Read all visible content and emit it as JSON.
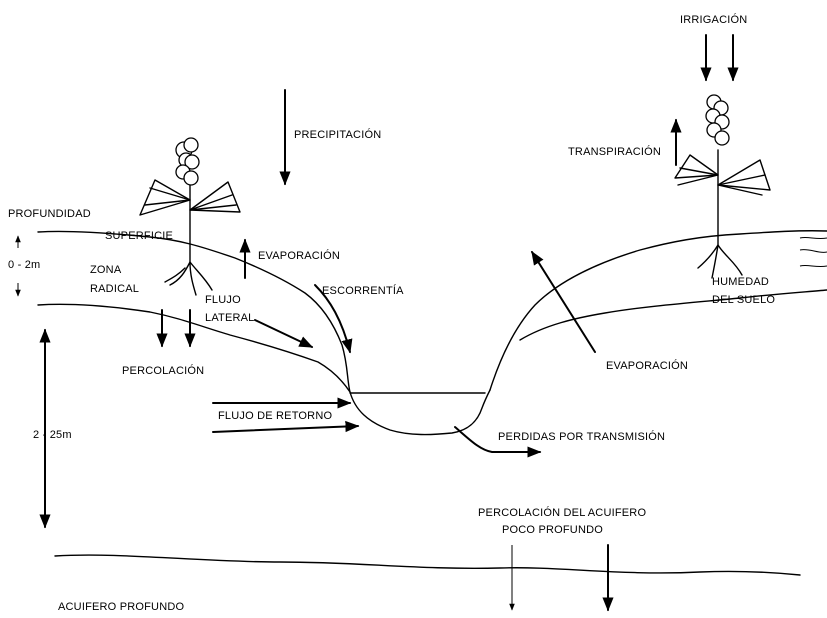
{
  "labels": {
    "irrigacion": "IRRIGACIÓN",
    "precipitacion": "PRECIPITACIÓN",
    "transpiracion": "TRANSPIRACIÓN",
    "profundidad": "PROFUNDIDAD",
    "superficie": "SUPERFICIE",
    "depth_0_2": "0 - 2m",
    "zona": "ZONA",
    "radical": "RADICAL",
    "evaporacion_left": "EVAPORACIÓN",
    "flujo": "FLUJO",
    "lateral": "LATERAL",
    "escorrentia": "ESCORRENTÍA",
    "humedad": "HUMEDAD",
    "del_suelo": "DEL SUELO",
    "percolacion": "PERCOLACIÓN",
    "evaporacion_right": "EVAPORACIÓN",
    "flujo_retorno": "FLUJO DE RETORNO",
    "depth_2_25": "2 - 25m",
    "perdidas": "PERDIDAS POR TRANSMISIÓN",
    "percolacion_acuifero_1": "PERCOLACIÓN DEL ACUIFERO",
    "percolacion_acuifero_2": "POCO PROFUNDO",
    "acuifero_profundo": "ACUIFERO PROFUNDO"
  }
}
